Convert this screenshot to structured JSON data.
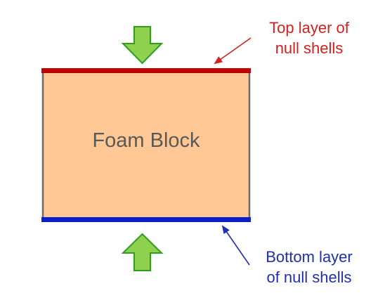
{
  "foam_block": {
    "label": "Foam Block",
    "fill_color": "#ffc894",
    "edge_color": "#6b6b6b"
  },
  "top_layer": {
    "line1": "Top layer of",
    "line2": "null shells",
    "color": "#d42020",
    "shell_color": "#c00000"
  },
  "bottom_layer": {
    "line1": "Bottom layer",
    "line2": "of null shells",
    "color": "#1f2fb0",
    "shell_color": "#0a1ecc"
  },
  "load_arrows": {
    "color": "#8fd14f",
    "outline_color": "#2e9e1e",
    "icons": [
      "arrow-down-icon",
      "arrow-up-icon"
    ]
  }
}
